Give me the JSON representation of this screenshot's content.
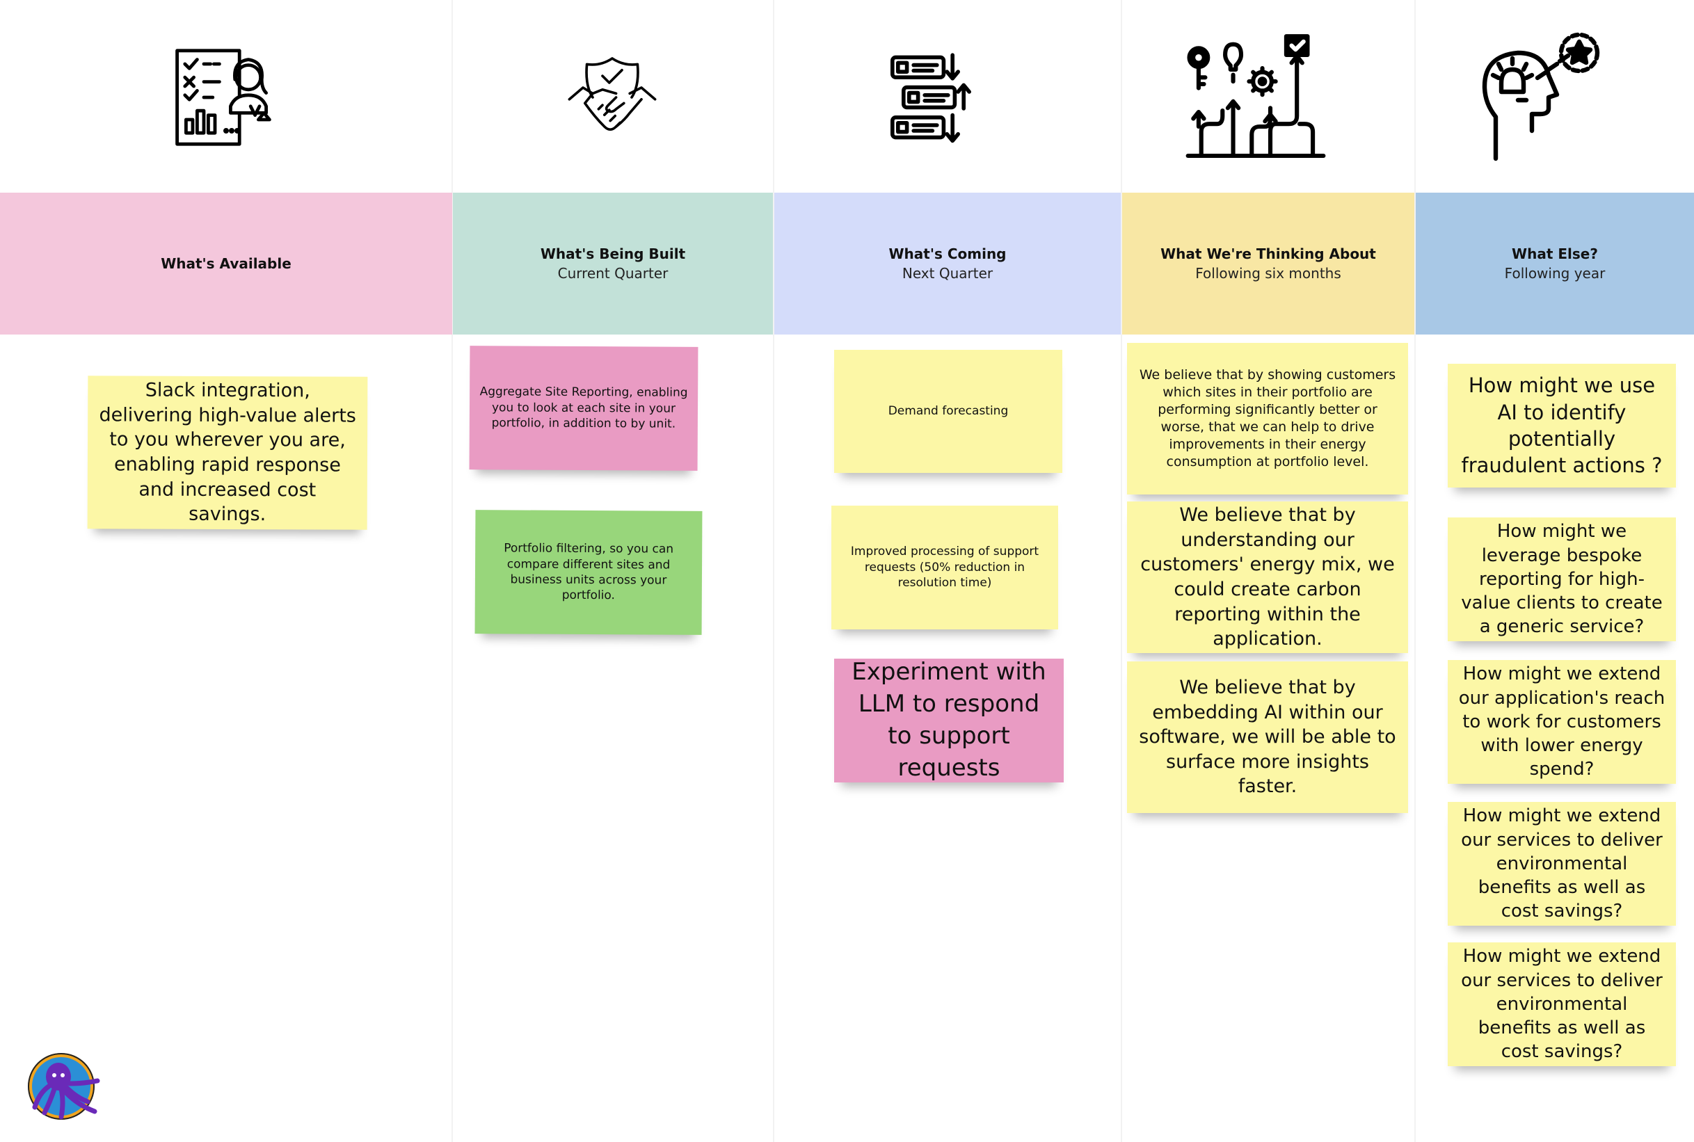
{
  "colors": {
    "pink_header": "#f4c7dc",
    "teal_header": "#c2e1d8",
    "blue_header": "#d4dcfa",
    "yellow_header": "#f8e7a4",
    "steel_header": "#a8c8e6",
    "sticky_yellow": "#fcf7a6",
    "sticky_pink": "#e99bc3",
    "sticky_green": "#98d67b"
  },
  "columns": [
    {
      "icon": "checklist-person-icon",
      "title": "What's Available",
      "subtitle": ""
    },
    {
      "icon": "handshake-shield-icon",
      "title": "What's Being Built",
      "subtitle": "Current Quarter"
    },
    {
      "icon": "server-list-arrows-icon",
      "title": "What's Coming",
      "subtitle": "Next Quarter"
    },
    {
      "icon": "strategy-paths-icon",
      "title": "What We're Thinking About",
      "subtitle": "Following six months"
    },
    {
      "icon": "head-idea-star-icon",
      "title": "What Else?",
      "subtitle": "Following year"
    }
  ],
  "notes": {
    "available": [
      "Slack integration, delivering high-value alerts to you wherever you are, enabling rapid response and increased cost savings."
    ],
    "being_built": [
      "Aggregate Site Reporting, enabling you to look at each site in your portfolio, in addition to by unit.",
      "Portfolio filtering, so you can compare different sites and business units across your portfolio."
    ],
    "coming": [
      "Demand forecasting",
      "Improved processing of support requests (50% reduction in resolution time)",
      "Experiment with LLM to respond to support requests"
    ],
    "thinking": [
      "We believe that by showing customers which sites in their portfolio are performing significantly better or worse, that we can help to drive improvements in their energy consumption at portfolio level.",
      "We believe that by understanding our customers' energy mix, we could create carbon reporting within the application.",
      "We believe that by embedding AI within our software, we will be able to surface more insights faster."
    ],
    "else": [
      "How might we use AI to identify potentially fraudulent actions ?",
      "How might we leverage bespoke reporting for high-value clients to create a generic service?",
      "How might we extend our application's reach to work for customers with lower energy spend?",
      "How might we extend our services to deliver environmental benefits as well as cost savings?",
      "How might we extend our services to deliver environmental benefits as well as cost savings?"
    ]
  },
  "logo": {
    "icon": "octopus-logo-icon"
  }
}
